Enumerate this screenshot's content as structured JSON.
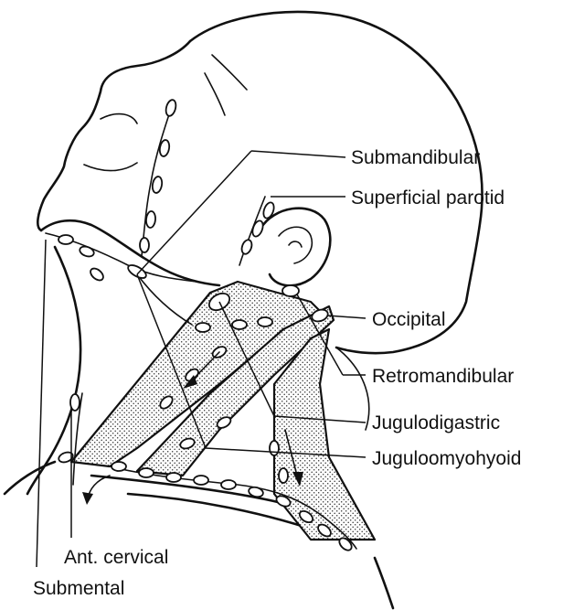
{
  "labels": {
    "submandibular": "Submandibular",
    "superficial_parotid": "Superficial parotid",
    "occipital": "Occipital",
    "retromandibular": "Retromandibular",
    "jugulodigastric": "Jugulodigastric",
    "juguloomyohyoid": "Juguloomyohyoid",
    "ant_cervical": "Ant. cervical",
    "submental": "Submental"
  }
}
